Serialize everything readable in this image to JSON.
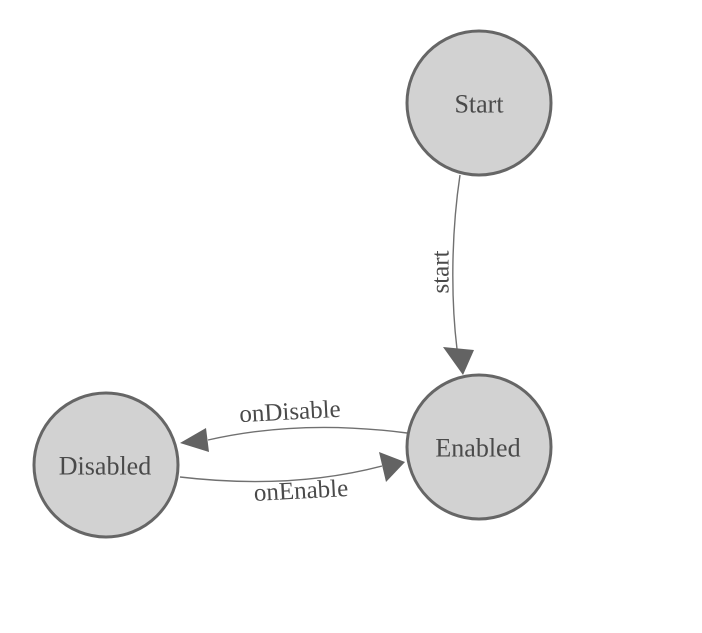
{
  "diagram": {
    "type": "state-machine",
    "background": "#ffffff",
    "colors": {
      "node_fill": "#d2d2d2",
      "node_stroke": "#666666",
      "edge_stroke": "#707070",
      "arrow_fill": "#636363",
      "text": "#4a4a4a"
    },
    "nodes": [
      {
        "id": "start",
        "label": "Start"
      },
      {
        "id": "enabled",
        "label": "Enabled"
      },
      {
        "id": "disabled",
        "label": "Disabled"
      }
    ],
    "edges": [
      {
        "id": "start-transition",
        "from": "Start",
        "to": "Enabled",
        "label": "start"
      },
      {
        "id": "on-disable-transition",
        "from": "Enabled",
        "to": "Disabled",
        "label": "onDisable"
      },
      {
        "id": "on-enable-transition",
        "from": "Disabled",
        "to": "Enabled",
        "label": "onEnable"
      }
    ]
  }
}
